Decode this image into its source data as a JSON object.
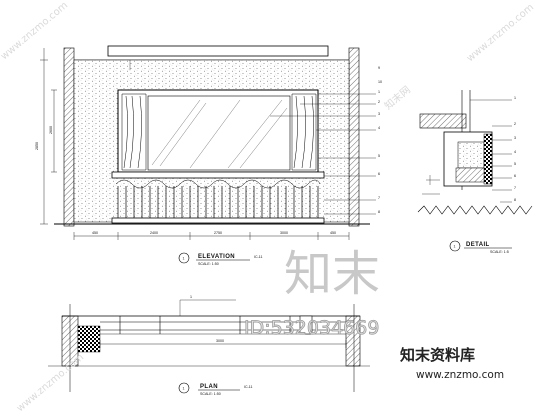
{
  "elevation": {
    "title": "ELEVATION",
    "scale": "SCALE: 1:50",
    "number": "1",
    "sheet_ref": "IC-11",
    "height_dim": "2850",
    "height_dim_sub": "2600",
    "dims": [
      "450",
      "2400",
      "2750",
      "3000",
      "450"
    ],
    "callouts": [
      "1",
      "2",
      "3",
      "4",
      "5",
      "6",
      "7",
      "8",
      "9",
      "10"
    ]
  },
  "detail": {
    "title": "DETAIL",
    "scale": "SCALE: 1:5",
    "number": "1",
    "callouts": [
      "1",
      "2",
      "3",
      "4",
      "5",
      "6",
      "7",
      "8"
    ]
  },
  "plan": {
    "title": "PLAN",
    "scale": "SCALE: 1:50",
    "number": "1",
    "sheet_ref": "IC-11",
    "width_dim": "3000",
    "callout": "1"
  },
  "watermark": {
    "big": "知末",
    "id": "ID:532034669",
    "brand": "知末资料库",
    "url": "www.znzmo.com",
    "diag": "www.znzmo.com",
    "diag_cn": "知末网"
  }
}
